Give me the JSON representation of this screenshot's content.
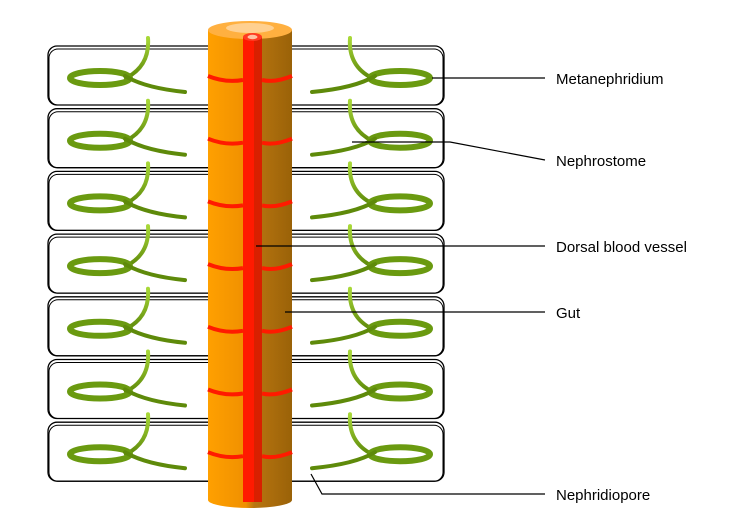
{
  "labels": {
    "metanephridium": "Metanephridium",
    "nephrostome": "Nephrostome",
    "dorsal_blood_vessel": "Dorsal blood vessel",
    "gut": "Gut",
    "nephridiopore": "Nephridiopore"
  },
  "segment_count": 7,
  "colors": {
    "gut_light": "#ff9e00",
    "gut_dark": "#a86a0a",
    "vessel": "#ff1a00",
    "nephridium_dark": "#5e8a0a",
    "nephridium_light": "#9acd32"
  }
}
